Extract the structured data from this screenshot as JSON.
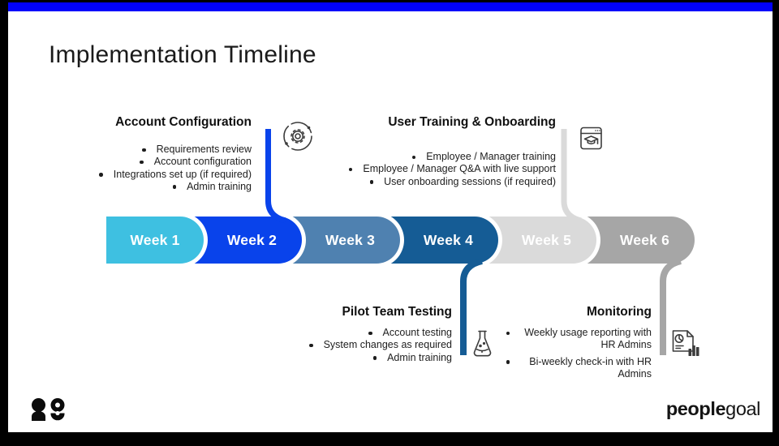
{
  "slide": {
    "title": "Implementation Timeline",
    "accent_bar_color": "#0202FB"
  },
  "timeline": {
    "weeks": [
      {
        "label": "Week 1",
        "color": "#3EC0E1"
      },
      {
        "label": "Week 2",
        "color": "#0943EB"
      },
      {
        "label": "Week 3",
        "color": "#4F81B0"
      },
      {
        "label": "Week 4",
        "color": "#155C95"
      },
      {
        "label": "Week 5",
        "color": "#DADADA"
      },
      {
        "label": "Week 6",
        "color": "#A6A6A6"
      }
    ]
  },
  "callouts": [
    {
      "title": "Account Configuration",
      "week": "Week 2",
      "position": "above",
      "icon": "settings-gear-icon",
      "connector_color": "#0943EB",
      "items": [
        "Requirements review",
        "Account configuration",
        "Integrations set up (if required)",
        "Admin training"
      ]
    },
    {
      "title": "User Training & Onboarding",
      "week": "Week 5",
      "position": "above",
      "icon": "online-training-icon",
      "connector_color": "#DADADA",
      "items": [
        "Employee / Manager training",
        "Employee / Manager Q&A with live support",
        "User onboarding sessions (if required)"
      ]
    },
    {
      "title": "Pilot Team Testing",
      "week": "Week 4",
      "position": "below",
      "icon": "flask-icon",
      "connector_color": "#155C95",
      "items": [
        "Account testing",
        "System changes as required",
        "Admin training"
      ]
    },
    {
      "title": "Monitoring",
      "week": "Week 6",
      "position": "below",
      "icon": "usage-report-icon",
      "connector_color": "#A6A6A6",
      "items": [
        "Weekly usage reporting with HR Admins",
        "Bi-weekly check-in with HR Admins"
      ]
    }
  ],
  "footer": {
    "logo_mark": "peoplegoal-mark",
    "wordmark_bold": "people",
    "wordmark_regular": "goal"
  }
}
